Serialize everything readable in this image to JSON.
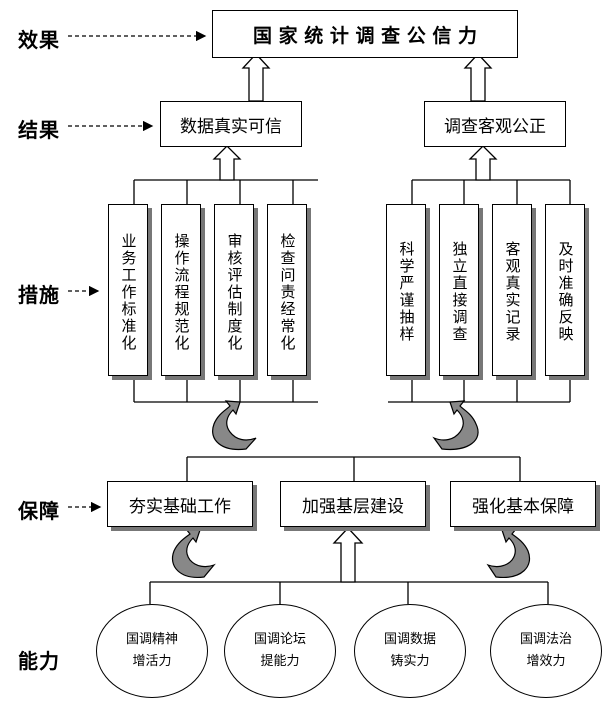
{
  "levels": {
    "effect": "效果",
    "result": "结果",
    "measures": "措施",
    "guarantee": "保障",
    "capability": "能力"
  },
  "top": "国 家 统 计 调 查 公 信 力",
  "results": {
    "left": "数据真实可信",
    "right": "调查客观公正"
  },
  "measures_left": [
    "业务工作标准化",
    "操作流程规范化",
    "审核评估制度化",
    "检查问责经常化"
  ],
  "measures_right": [
    "科学严谨抽样",
    "独立直接调查",
    "客观真实记录",
    "及时准确反映"
  ],
  "guarantees": [
    "夯实基础工作",
    "加强基层建设",
    "强化基本保障"
  ],
  "capabilities": [
    {
      "line1": "国调精神",
      "line2": "增活力"
    },
    {
      "line1": "国调论坛",
      "line2": "提能力"
    },
    {
      "line1": "国调数据",
      "line2": "铸实力"
    },
    {
      "line1": "国调法治",
      "line2": "增效力"
    }
  ]
}
